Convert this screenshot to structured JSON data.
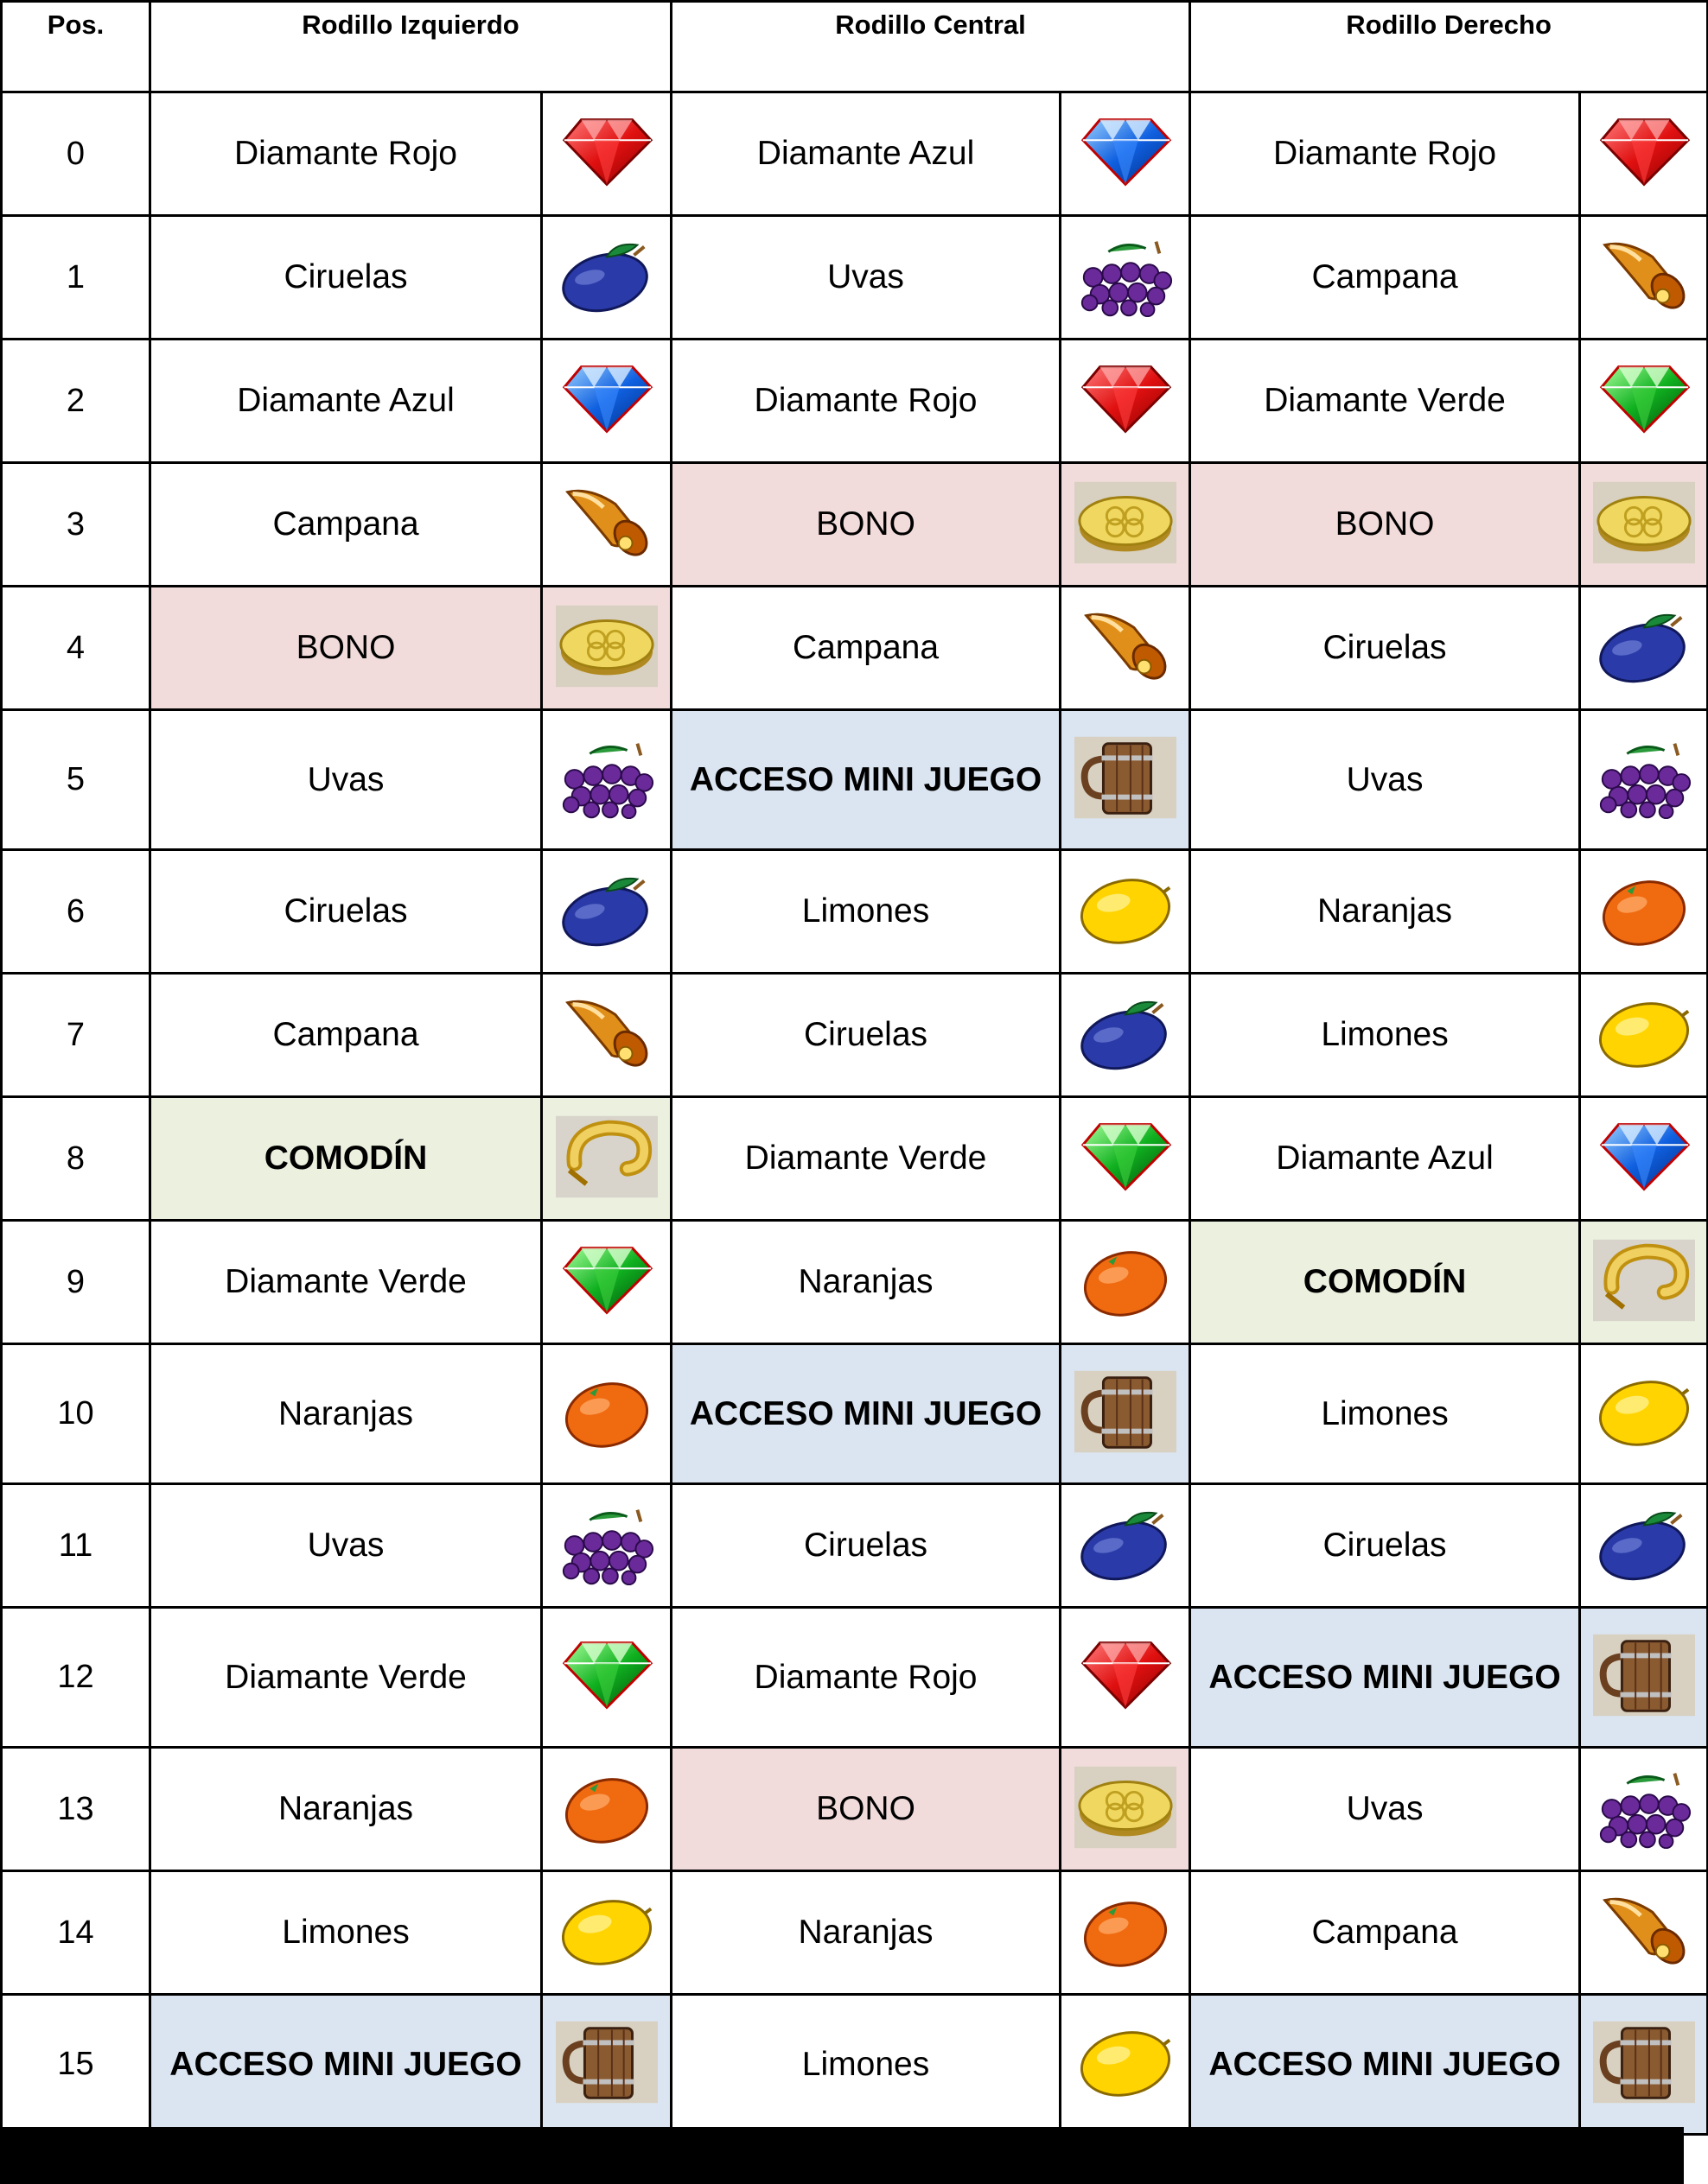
{
  "headers": {
    "pos": "Pos.",
    "left": "Rodillo Izquierdo",
    "center": "Rodillo Central",
    "right": "Rodillo Derecho"
  },
  "rows": [
    {
      "pos": "0",
      "left": {
        "label": "Diamante Rojo",
        "icon": "red-diamond"
      },
      "center": {
        "label": "Diamante Azul",
        "icon": "blue-diamond"
      },
      "right": {
        "label": "Diamante Rojo",
        "icon": "red-diamond"
      }
    },
    {
      "pos": "1",
      "left": {
        "label": "Ciruelas",
        "icon": "plum"
      },
      "center": {
        "label": "Uvas",
        "icon": "grapes"
      },
      "right": {
        "label": "Campana",
        "icon": "bell"
      }
    },
    {
      "pos": "2",
      "left": {
        "label": "Diamante Azul",
        "icon": "blue-diamond"
      },
      "center": {
        "label": "Diamante Rojo",
        "icon": "red-diamond"
      },
      "right": {
        "label": "Diamante Verde",
        "icon": "green-diamond"
      }
    },
    {
      "pos": "3",
      "left": {
        "label": "Campana",
        "icon": "bell"
      },
      "center": {
        "label": "BONO",
        "icon": "coin"
      },
      "right": {
        "label": "BONO",
        "icon": "coin"
      }
    },
    {
      "pos": "4",
      "left": {
        "label": "BONO",
        "icon": "coin"
      },
      "center": {
        "label": "Campana",
        "icon": "bell"
      },
      "right": {
        "label": "Ciruelas",
        "icon": "plum"
      }
    },
    {
      "pos": "5",
      "left": {
        "label": "Uvas",
        "icon": "grapes"
      },
      "center": {
        "label": "ACCESO MINI JUEGO",
        "icon": "mug"
      },
      "right": {
        "label": "Uvas",
        "icon": "grapes"
      }
    },
    {
      "pos": "6",
      "left": {
        "label": "Ciruelas",
        "icon": "plum"
      },
      "center": {
        "label": "Limones",
        "icon": "lemon"
      },
      "right": {
        "label": "Naranjas",
        "icon": "orange"
      }
    },
    {
      "pos": "7",
      "left": {
        "label": "Campana",
        "icon": "bell"
      },
      "center": {
        "label": "Ciruelas",
        "icon": "plum"
      },
      "right": {
        "label": "Limones",
        "icon": "lemon"
      }
    },
    {
      "pos": "8",
      "left": {
        "label": "COMODÍN",
        "icon": "horseshoe"
      },
      "center": {
        "label": "Diamante Verde",
        "icon": "green-diamond"
      },
      "right": {
        "label": "Diamante Azul",
        "icon": "blue-diamond"
      }
    },
    {
      "pos": "9",
      "left": {
        "label": "Diamante Verde",
        "icon": "green-diamond"
      },
      "center": {
        "label": "Naranjas",
        "icon": "orange"
      },
      "right": {
        "label": "COMODÍN",
        "icon": "horseshoe"
      }
    },
    {
      "pos": "10",
      "left": {
        "label": "Naranjas",
        "icon": "orange"
      },
      "center": {
        "label": "ACCESO MINI JUEGO",
        "icon": "mug"
      },
      "right": {
        "label": "Limones",
        "icon": "lemon"
      }
    },
    {
      "pos": "11",
      "left": {
        "label": "Uvas",
        "icon": "grapes"
      },
      "center": {
        "label": "Ciruelas",
        "icon": "plum"
      },
      "right": {
        "label": "Ciruelas",
        "icon": "plum"
      }
    },
    {
      "pos": "12",
      "left": {
        "label": "Diamante Verde",
        "icon": "green-diamond"
      },
      "center": {
        "label": "Diamante Rojo",
        "icon": "red-diamond"
      },
      "right": {
        "label": "ACCESO MINI JUEGO",
        "icon": "mug"
      }
    },
    {
      "pos": "13",
      "left": {
        "label": "Naranjas",
        "icon": "orange"
      },
      "center": {
        "label": "BONO",
        "icon": "coin"
      },
      "right": {
        "label": "Uvas",
        "icon": "grapes"
      }
    },
    {
      "pos": "14",
      "left": {
        "label": "Limones",
        "icon": "lemon"
      },
      "center": {
        "label": "Naranjas",
        "icon": "orange"
      },
      "right": {
        "label": "Campana",
        "icon": "bell"
      }
    },
    {
      "pos": "15",
      "left": {
        "label": "ACCESO MINI JUEGO",
        "icon": "mug"
      },
      "center": {
        "label": "Limones",
        "icon": "lemon"
      },
      "right": {
        "label": "ACCESO MINI JUEGO",
        "icon": "mug"
      }
    }
  ],
  "highlight_colors": {
    "bono": "#f2dcdb",
    "mini_juego": "#dbe5f1",
    "comodin": "#ebf1de"
  }
}
